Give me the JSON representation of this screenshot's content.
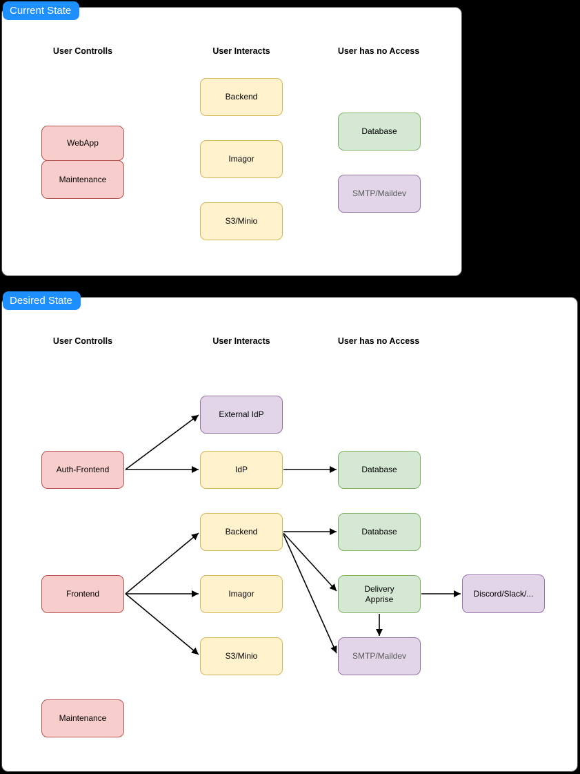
{
  "current": {
    "badge": "Current State",
    "columns": [
      "User Controlls",
      "User Interacts",
      "User has no Access"
    ],
    "nodes": {
      "webapp": "WebApp",
      "maintenance": "Maintenance",
      "backend": "Backend",
      "imagor": "Imagor",
      "s3minio": "S3/Minio",
      "database": "Database",
      "smtp": "SMTP/Maildev"
    }
  },
  "desired": {
    "badge": "Desired State",
    "columns": [
      "User Controlls",
      "User Interacts",
      "User has no Access"
    ],
    "nodes": {
      "external_idp": "External IdP",
      "auth_frontend": "Auth-Frontend",
      "idp": "IdP",
      "database_idp": "Database",
      "backend": "Backend",
      "database_backend": "Database",
      "frontend": "Frontend",
      "imagor": "Imagor",
      "delivery_apprise": "Delivery Apprise",
      "discord_slack": "Discord/Slack/...",
      "s3minio": "S3/Minio",
      "smtp": "SMTP/Maildev",
      "maintenance": "Maintenance"
    },
    "edges": [
      {
        "from": "auth_frontend",
        "to": "external_idp"
      },
      {
        "from": "auth_frontend",
        "to": "idp"
      },
      {
        "from": "idp",
        "to": "database_idp"
      },
      {
        "from": "frontend",
        "to": "backend"
      },
      {
        "from": "frontend",
        "to": "imagor"
      },
      {
        "from": "frontend",
        "to": "s3minio"
      },
      {
        "from": "backend",
        "to": "database_backend"
      },
      {
        "from": "backend",
        "to": "delivery_apprise"
      },
      {
        "from": "backend",
        "to": "smtp"
      },
      {
        "from": "delivery_apprise",
        "to": "discord_slack"
      },
      {
        "from": "delivery_apprise",
        "to": "smtp"
      }
    ]
  },
  "colors": {
    "background": "#000000",
    "panel": "#ffffff",
    "badge_blue": "#1e8fff",
    "red_fill": "#f8cecc",
    "red_stroke": "#b85450",
    "yellow_fill": "#fff2cc",
    "yellow_stroke": "#d6b656",
    "green_fill": "#d5e8d4",
    "green_stroke": "#82b366",
    "purple_fill": "#e1d5e7",
    "purple_stroke": "#9673a6",
    "muted_text": "#595959",
    "arrow": "#000000"
  }
}
